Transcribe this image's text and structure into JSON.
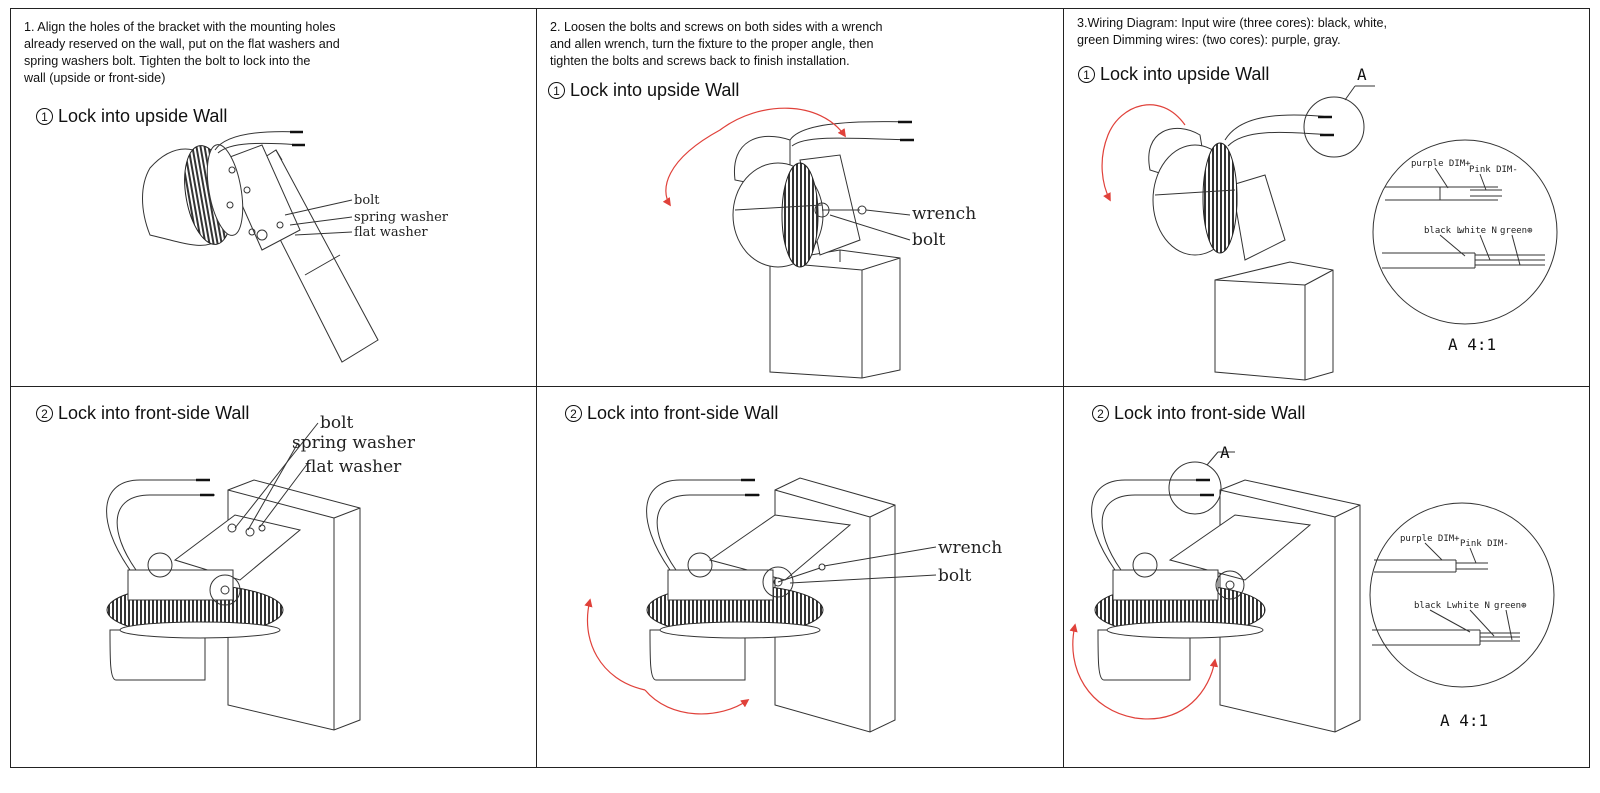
{
  "panels": {
    "p1": {
      "instruction": "1. Align the holes of the bracket with the mounting holes\nalready reserved on the wall, put on the flat washers and\nspring washers  bolt. Tighten the bolt to lock into the\nwall (upside or front-side)",
      "sub_num": "1",
      "sub_title": "Lock into upside Wall",
      "labels": {
        "bolt": "bolt",
        "spring_washer": "spring washer",
        "flat_washer": "flat washer"
      }
    },
    "p2": {
      "instruction": "2. Loosen the bolts and screws on both sides with a wrench\nand allen wrench, turn the fixture to the proper angle, then\ntighten the bolts and screws back to finish installation.",
      "sub_num": "1",
      "sub_title": "Lock into upside Wall",
      "labels": {
        "wrench": "wrench",
        "bolt": "bolt"
      }
    },
    "p3": {
      "instruction": "3.Wiring Diagram: Input wire (three cores): black, white,\ngreen Dimming wires: (two cores): purple, gray.",
      "sub_num": "1",
      "sub_title": "Lock into upside Wall",
      "detail_marker": "A",
      "detail": {
        "purple": "purple DIM+",
        "pink": "Pink DIM-",
        "black": "black L",
        "white": "white N",
        "green": "green⊕"
      },
      "scale": "A 4:1"
    },
    "p4": {
      "sub_num": "2",
      "sub_title": "Lock into front-side Wall",
      "labels": {
        "bolt": "bolt",
        "spring_washer": "spring washer",
        "flat_washer": "flat washer"
      }
    },
    "p5": {
      "sub_num": "2",
      "sub_title": "Lock into front-side Wall",
      "labels": {
        "wrench": "wrench",
        "bolt": "bolt"
      }
    },
    "p6": {
      "sub_num": "2",
      "sub_title": "Lock into front-side Wall",
      "detail_marker": "A",
      "detail": {
        "purple": "purple DIM+",
        "pink": "Pink DIM-",
        "black": "black L",
        "white": "white N",
        "green": "green⊕"
      },
      "scale": "A 4:1"
    }
  },
  "colors": {
    "arrow": "#e0413a",
    "line": "#222222"
  }
}
